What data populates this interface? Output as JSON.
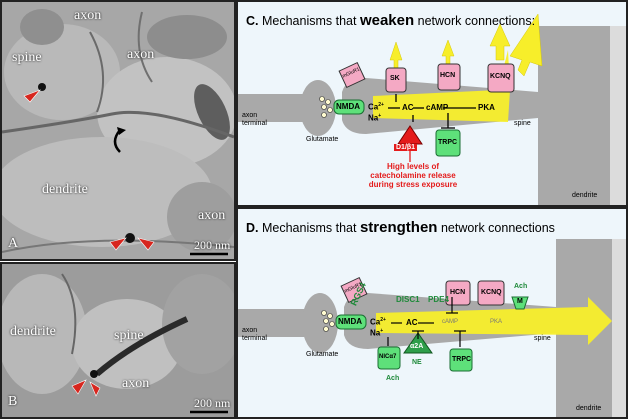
{
  "panelA": {
    "labels": {
      "spine": "spine",
      "axon1": "axon",
      "axon2": "axon",
      "dendrite": "dendrite",
      "axon3": "axon"
    },
    "letter": "A",
    "scale": "200 nm"
  },
  "panelB": {
    "labels": {
      "dendrite": "dendrite",
      "spine": "spine",
      "axon": "axon"
    },
    "letter": "B",
    "scale": "200 nm"
  },
  "panelC": {
    "letter": "C.",
    "title_pre": "Mechanisms that ",
    "title_bold": "weaken",
    "title_post": " network connections:",
    "axon_terminal": "axon\nterminal",
    "glutamate": "Glutamate",
    "nmda": "NMDA",
    "ca": "Ca",
    "ca_sup": "2+",
    "na": "Na",
    "na_sup": "+",
    "ac": "AC",
    "camp": "cAMP",
    "pka": "PKA",
    "sk": "SK",
    "hcn": "HCN",
    "kcnq": "KCNQ",
    "trpc": "TRPC",
    "receptor": "D1/β1",
    "mglur1": "mGluR1",
    "spine": "spine",
    "dendrite": "dendrite",
    "stress_text": "High levels of\ncatecholamine release\nduring stress exposure"
  },
  "panelD": {
    "letter": "D.",
    "title_pre": "Mechanisms that ",
    "title_bold": "strengthen",
    "title_post": " network connections",
    "axon_terminal": "axon\nterminal",
    "glutamate": "Glutamate",
    "nmda": "NMDA",
    "ca": "Ca",
    "ca_sup": "2+",
    "na": "Na",
    "na_sup": "+",
    "ac": "AC",
    "camp": "cAMP",
    "pka": "PKA",
    "hcn": "HCN",
    "kcnq": "KCNQ",
    "trpc": "TRPC",
    "rgs4": "RGS4",
    "disc1": "DISC1",
    "pde4": "PDE4",
    "mglur1": "mGluR1",
    "nica7": "NICα7",
    "ach1": "Ach",
    "ach2": "Ach",
    "m": "M",
    "a2a": "α2A",
    "ne": "NE",
    "spine": "spine",
    "dendrite": "dendrite"
  },
  "colors": {
    "yellow": "#f7ee2a",
    "pink": "#f4a9c4",
    "green": "#5ee07a",
    "red": "#e41b1b",
    "darkgreen": "#1f8a3a",
    "gray": "#a9a9a9",
    "bg": "#eef6fb"
  }
}
